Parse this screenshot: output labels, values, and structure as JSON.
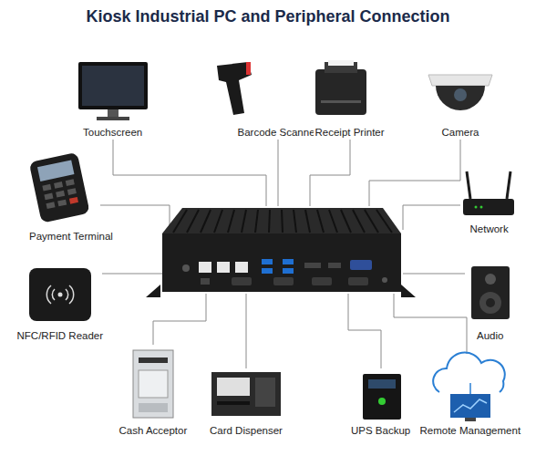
{
  "diagram": {
    "title": "Kiosk Industrial PC and Peripheral Connection",
    "nodes": [
      {
        "text": [
          "Touchscreen"
        ]
      },
      {
        "text": [
          "Barcode Scanner"
        ]
      },
      {
        "text": [
          "Receipt Printer"
        ]
      },
      {
        "text": [
          "Camera"
        ]
      },
      {
        "text": [
          "Payment Terminal"
        ]
      },
      {
        "text": [
          "Network"
        ]
      },
      {
        "text": [
          "NFC/RFID Reader"
        ]
      },
      {
        "text": [
          "Audio"
        ]
      },
      {
        "text": [
          "Cash Acceptor"
        ]
      },
      {
        "text": [
          "Card Dispenser"
        ]
      },
      {
        "text": [
          "UPS Backup"
        ]
      },
      {
        "text": [
          "Remote Management"
        ]
      }
    ]
  }
}
